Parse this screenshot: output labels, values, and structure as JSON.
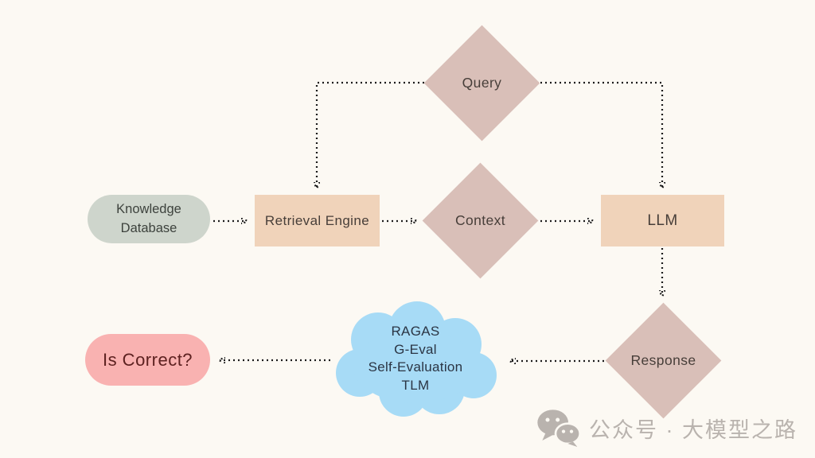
{
  "diagram": {
    "description": "RAG pipeline evaluation flowchart",
    "colors": {
      "background": "#fcf9f3",
      "diamond_fill": "#d9bfb8",
      "rect_fill": "#f0d3ba",
      "knowledge_pill_fill": "#ced5cc",
      "is_correct_pill_fill": "#f9b2b1",
      "cloud_fill": "#a7dbf6",
      "arrow": "#1b1b1b",
      "node_text": "#473e39",
      "is_correct_text": "#5d2120",
      "cloud_text": "#2b3544",
      "watermark_text": "#b9b3ae"
    },
    "nodes": {
      "query": {
        "label": "Query",
        "shape": "diamond"
      },
      "knowledge_database": {
        "line1": "Knowledge",
        "line2": "Database",
        "shape": "pill"
      },
      "retrieval_engine": {
        "label": "Retrieval Engine",
        "shape": "rectangle"
      },
      "context": {
        "label": "Context",
        "shape": "diamond"
      },
      "llm": {
        "label": "LLM",
        "shape": "rectangle"
      },
      "response": {
        "label": "Response",
        "shape": "diamond"
      },
      "evaluation_cloud": {
        "lines": [
          "RAGAS",
          "G-Eval",
          "Self-Evaluation",
          "TLM"
        ],
        "shape": "cloud"
      },
      "is_correct": {
        "label": "Is Correct?",
        "shape": "pill"
      }
    },
    "edges": [
      {
        "from": "query",
        "to": "retrieval_engine",
        "style": "dotted"
      },
      {
        "from": "query",
        "to": "llm",
        "style": "dotted"
      },
      {
        "from": "knowledge_database",
        "to": "retrieval_engine",
        "style": "dotted"
      },
      {
        "from": "retrieval_engine",
        "to": "context",
        "style": "dotted"
      },
      {
        "from": "context",
        "to": "llm",
        "style": "dotted"
      },
      {
        "from": "llm",
        "to": "response",
        "style": "dotted"
      },
      {
        "from": "response",
        "to": "evaluation_cloud",
        "style": "dotted"
      },
      {
        "from": "evaluation_cloud",
        "to": "is_correct",
        "style": "dotted"
      }
    ]
  },
  "watermark": {
    "icon": "wechat-icon",
    "text": "公众号 · 大模型之路"
  }
}
